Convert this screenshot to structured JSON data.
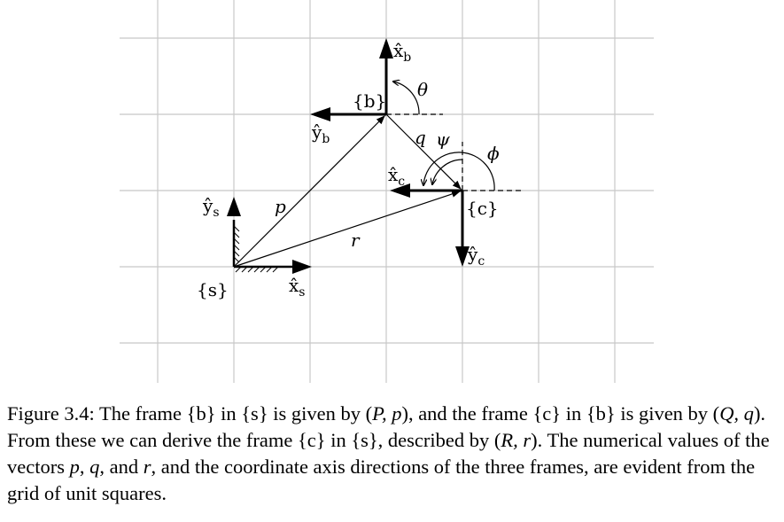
{
  "diagram": {
    "frames": [
      {
        "id": "s",
        "origin_label": "{s}",
        "axis_x": {
          "hat": "x̂",
          "sub": "s"
        },
        "axis_y": {
          "hat": "ŷ",
          "sub": "s"
        }
      },
      {
        "id": "b",
        "origin_label": "{b}",
        "axis_x": {
          "hat": "x̂",
          "sub": "b"
        },
        "axis_y": {
          "hat": "ŷ",
          "sub": "b"
        }
      },
      {
        "id": "c",
        "origin_label": "{c}",
        "axis_x": {
          "hat": "x̂",
          "sub": "c"
        },
        "axis_y": {
          "hat": "ŷ",
          "sub": "c"
        }
      }
    ],
    "vectors": {
      "p": "p",
      "q": "q",
      "r": "r"
    },
    "angles": {
      "theta": "θ",
      "psi": "ψ",
      "phi": "ϕ"
    }
  },
  "caption": {
    "prefix": "Figure 3.4:",
    "segments": [
      {
        "t": " The frame {b} in {s} is given by (",
        "i": false
      },
      {
        "t": "P, p",
        "i": true
      },
      {
        "t": "), and the frame {c} in {b} is given by (",
        "i": false
      },
      {
        "t": "Q, q",
        "i": true
      },
      {
        "t": "). From these we can derive the frame {c} in {s}, described by (",
        "i": false
      },
      {
        "t": "R, r",
        "i": true
      },
      {
        "t": "). The numerical values of the vectors ",
        "i": false
      },
      {
        "t": "p",
        "i": true
      },
      {
        "t": ", ",
        "i": false
      },
      {
        "t": "q",
        "i": true
      },
      {
        "t": ", and ",
        "i": false
      },
      {
        "t": "r",
        "i": true
      },
      {
        "t": ", and the coordinate axis directions of the three frames, are evident from the grid of unit squares.",
        "i": false
      }
    ]
  }
}
